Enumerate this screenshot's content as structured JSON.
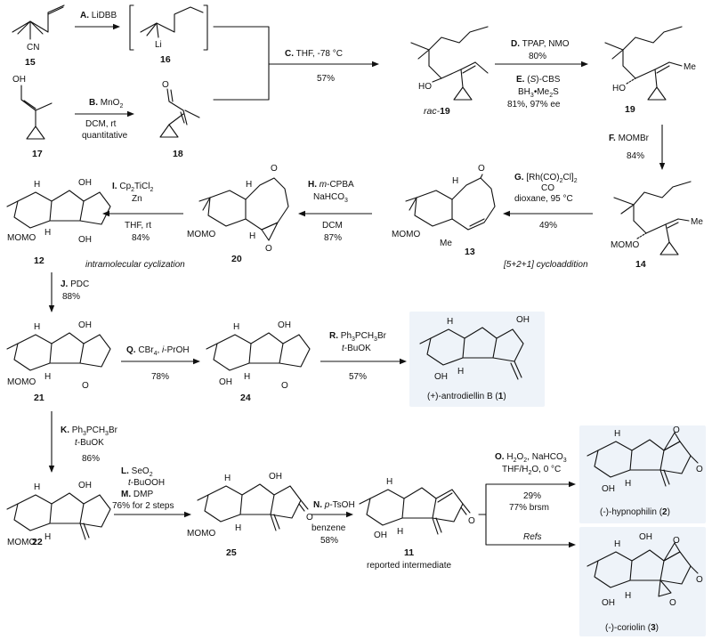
{
  "compounds": {
    "c15": "15",
    "c16": "16",
    "c17": "17",
    "c18": "18",
    "c19rac_prefix": "rac-",
    "c19rac": "19",
    "c19": "19",
    "c14": "14",
    "c13": "13",
    "c20": "20",
    "c12": "12",
    "c21": "21",
    "c24": "24",
    "c1_name": "(+)-antrodiellin B (",
    "c1": "1",
    "c1_close": ")",
    "c22": "22",
    "c25": "25",
    "c11": "11",
    "c11_note": "reported intermediate",
    "c2_name": "(-)-hypnophilin (",
    "c2": "2",
    "c2_close": ")",
    "c3_name": "(-)-coriolin (",
    "c3": "3",
    "c3_close": ")"
  },
  "atoms": {
    "cn": "CN",
    "li": "Li",
    "oh": "OH",
    "ho": "HO",
    "o": "O",
    "me": "Me",
    "momo": "MOMO",
    "h": "H"
  },
  "steps": {
    "A": {
      "letter": "A.",
      "text": "LiDBB"
    },
    "B": {
      "letter": "B.",
      "text": "MnO",
      "sub": "2",
      "l2": "DCM, rt",
      "l3": "quantitative"
    },
    "C": {
      "letter": "C.",
      "text": "THF, -78 °C",
      "yield": "57%"
    },
    "D": {
      "letter": "D.",
      "text": "TPAP, NMO",
      "yield": "80%"
    },
    "E": {
      "letter": "E.",
      "pre": "(",
      "ital": "S",
      "post": ")-CBS",
      "l2a": "BH",
      "l2s": "3",
      "l2b": "•Me",
      "l2s2": "2",
      "l2c": "S",
      "l3": "81%, 97% ee"
    },
    "F": {
      "letter": "F.",
      "text": "MOMBr",
      "yield": "84%"
    },
    "G": {
      "letter": "G.",
      "text": "[Rh(CO)",
      "s1": "2",
      "mid": "Cl]",
      "s2": "2",
      "l2": "CO",
      "l3": "dioxane, 95 °C",
      "l4": "49%"
    },
    "G_note": "[5+2+1] cycloaddition",
    "H": {
      "letter": "H.",
      "ital": "m",
      "text": "-CPBA",
      "l2": "NaHCO",
      "l2s": "3",
      "l3": "DCM",
      "l4": "87%"
    },
    "I": {
      "letter": "I.",
      "text": "Cp",
      "s1": "2",
      "mid": "TiCl",
      "s2": "2",
      "l2": "Zn",
      "l3": "THF, rt",
      "l4": "84%"
    },
    "I_note": "intramolecular cyclization",
    "J": {
      "letter": "J.",
      "text": "PDC",
      "yield": "88%"
    },
    "Q": {
      "letter": "Q.",
      "text": "CBr",
      "s1": "4",
      "mid": ", ",
      "ital": "i",
      "post": "-PrOH",
      "yield": "78%"
    },
    "R": {
      "letter": "R.",
      "text": "Ph",
      "s1": "3",
      "mid": "PCH",
      "s2": "3",
      "post": "Br",
      "l2i": "t",
      "l2": "-BuOK",
      "yield": "57%"
    },
    "K": {
      "letter": "K.",
      "text": "Ph",
      "s1": "3",
      "mid": "PCH",
      "s2": "3",
      "post": "Br",
      "l2i": "t",
      "l2": "-BuOK",
      "yield": "86%"
    },
    "L": {
      "letter": "L.",
      "text": "SeO",
      "s1": "2",
      "l2i": "t",
      "l2": "-BuOOH"
    },
    "M": {
      "letter": "M.",
      "text": "DMP",
      "l2": "76% for 2 steps"
    },
    "N": {
      "letter": "N.",
      "ital": "p",
      "text": "-TsOH",
      "l2": "benzene",
      "l3": "58%"
    },
    "O": {
      "letter": "O.",
      "text": "H",
      "s1": "2",
      "mid": "O",
      "s2": "2",
      "post": ", NaHCO",
      "s3": "3",
      "l2": "THF/H",
      "l2s": "2",
      "l2b": "O, 0 °C",
      "l3": "29%",
      "l4": "77% brsm"
    },
    "refs": "Refs"
  },
  "colors": {
    "ink": "#111111",
    "highlight": "#eef3f9"
  }
}
